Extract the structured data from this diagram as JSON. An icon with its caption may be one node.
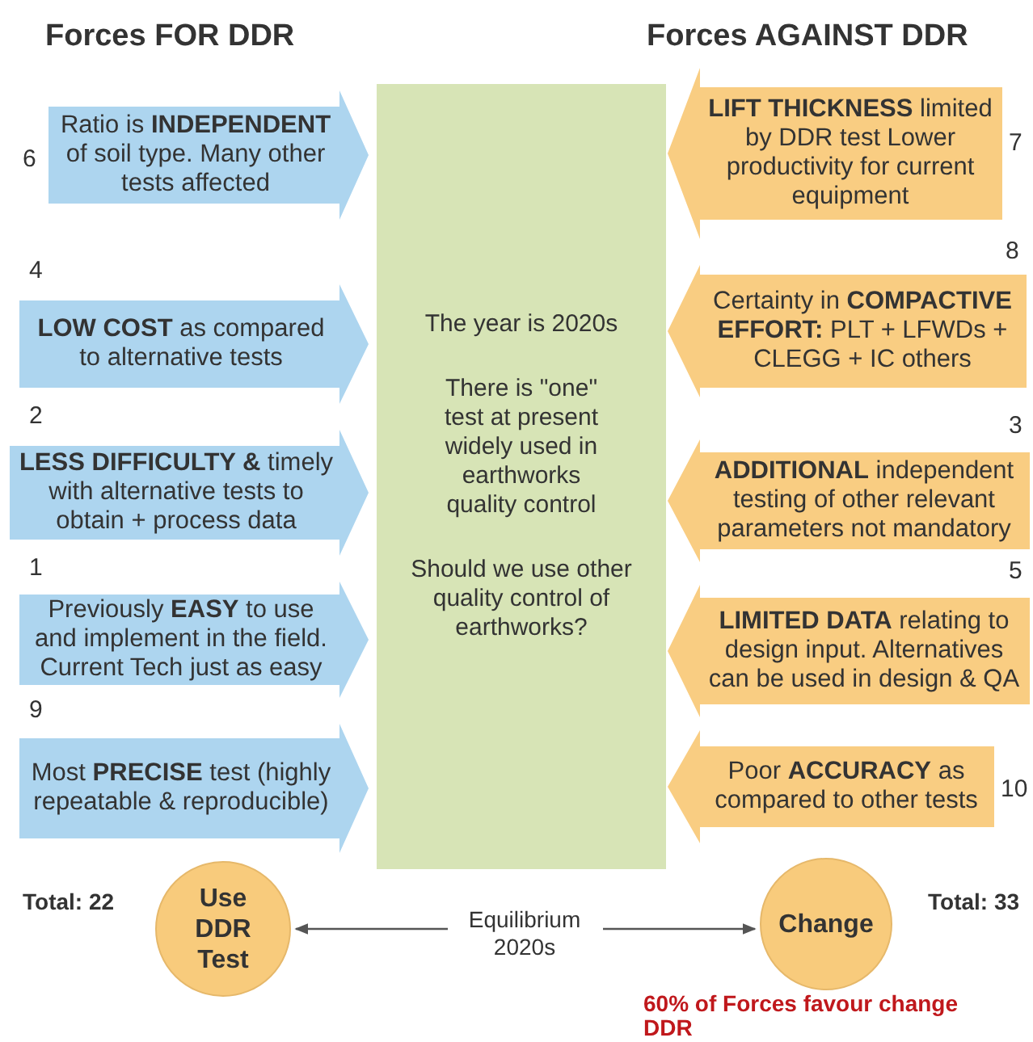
{
  "diagram": {
    "nodes": [
      {
        "text": [
          "Ratio is **INDEPENDENT** of soil type. Many other tests affected"
        ],
        "beside": [
          "6"
        ]
      },
      {
        "text": [
          "**LOW COST** as compared to alternative tests"
        ],
        "beside": [
          "4"
        ]
      },
      {
        "text": [
          "**LESS DIFFICULTY &** timely with alternative tests to obtain + process data"
        ],
        "beside": [
          "2"
        ]
      },
      {
        "text": [
          "Previously **EASY** to use and implement in the field. Current Tech just as easy"
        ],
        "beside": [
          "1"
        ]
      },
      {
        "text": [
          "Most **PRECISE** test (highly repeatable & reproducible)"
        ],
        "beside": [
          "9"
        ]
      },
      {
        "text": [
          "The year is 2020s",
          "There is \"one\" test at present widely used in earthworks quality control",
          "Should we use other quality control of earthworks?"
        ]
      },
      {
        "text": [
          "**LIFT THICKNESS** limited by DDR test Lower productivity for current equipment"
        ],
        "beside": [
          "7"
        ]
      },
      {
        "text": [
          "Certainty in **COMPACTIVE EFFORT:** PLT + LFWDs + CLEGG + IC others"
        ],
        "beside": [
          "8"
        ]
      },
      {
        "text": [
          "**ADDITIONAL** independent testing of other relevant parameters not mandatory"
        ],
        "beside": [
          "3"
        ]
      },
      {
        "text": [
          "**LIMITED DATA** relating to design input. Alternatives can be used in design & QA"
        ],
        "beside": [
          "5"
        ]
      },
      {
        "text": [
          "Poor **ACCURACY** as compared to other tests"
        ],
        "beside": [
          "10"
        ]
      },
      {
        "text": [
          "Use DDR Test"
        ]
      },
      {
        "text": [
          "Change"
        ],
        "beside": [
          "60% of Forces favour change DDR"
        ]
      }
    ],
    "edges": [
      {
        "from": 11,
        "to": 12,
        "arrow": "both",
        "label": "Equilibrium 2020s"
      }
    ],
    "labels": [
      "Forces FOR DDR",
      "Forces AGAINST DDR",
      "Total: 22",
      "Total: 33"
    ]
  }
}
